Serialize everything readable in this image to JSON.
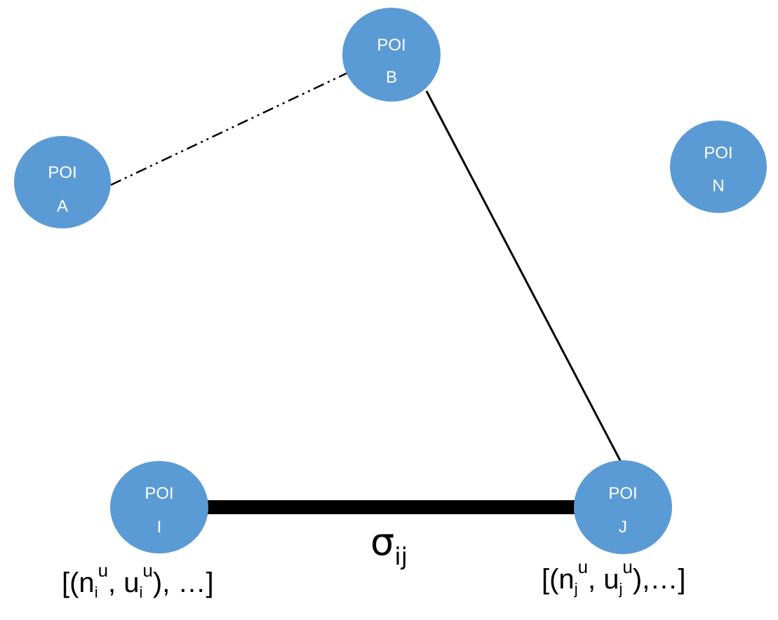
{
  "colors": {
    "node_fill": "#5b9bd5",
    "node_text": "#ffffff",
    "edge": "#000000"
  },
  "nodes": {
    "a": {
      "line1": "POI",
      "line2": "A"
    },
    "b": {
      "line1": "POI",
      "line2": "B"
    },
    "n": {
      "line1": "POI",
      "line2": "N"
    },
    "i": {
      "line1": "POI",
      "line2": "I"
    },
    "j": {
      "line1": "POI",
      "line2": "J"
    }
  },
  "edges": [
    {
      "from": "POI A",
      "to": "POI B",
      "style": "dash-dot-dot"
    },
    {
      "from": "POI B",
      "to": "POI J",
      "style": "solid"
    },
    {
      "from": "POI I",
      "to": "POI J",
      "style": "thick"
    }
  ],
  "edge_label": {
    "symbol": "σ",
    "subscript": "ij"
  },
  "tuple_i": {
    "open": "[(n",
    "sub1": "i",
    "sup1": "u",
    "mid": ", u",
    "sub2": "i",
    "sup2": "u",
    "close": "), …]"
  },
  "tuple_j": {
    "open": "[(n",
    "sub1": "j",
    "sup1": "u",
    "mid": ", u",
    "sub2": "j",
    "sup2": "u",
    "close": "),…]"
  }
}
